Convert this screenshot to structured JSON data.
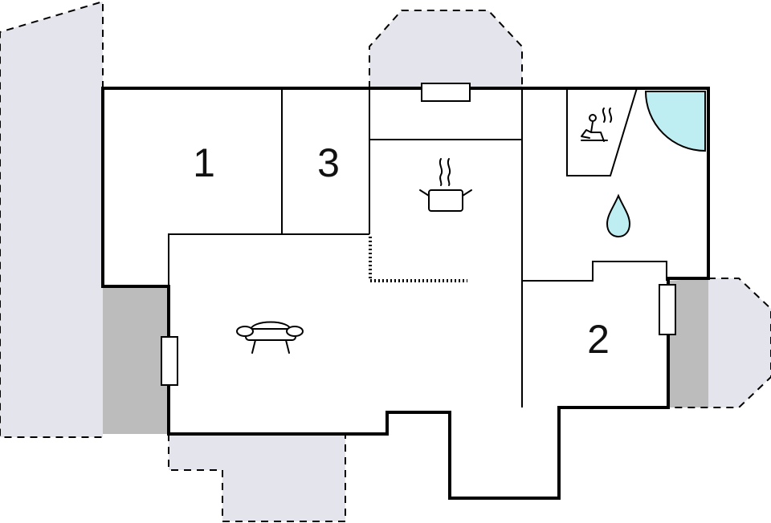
{
  "floorplan": {
    "rooms": [
      {
        "id": "room-1",
        "label": "1"
      },
      {
        "id": "room-3",
        "label": "3"
      },
      {
        "id": "room-2",
        "label": "2"
      }
    ],
    "icons": {
      "sofa": "armchair-icon",
      "kitchen": "cooking-pot-icon",
      "sauna": "sauna-icon",
      "shower": "shower-tray-icon",
      "water": "water-drop-icon"
    },
    "colors": {
      "wall": "#000000",
      "terrace": "#e4e4ec",
      "covered_area": "#bcbcbc",
      "water": "#bfeef2"
    }
  }
}
